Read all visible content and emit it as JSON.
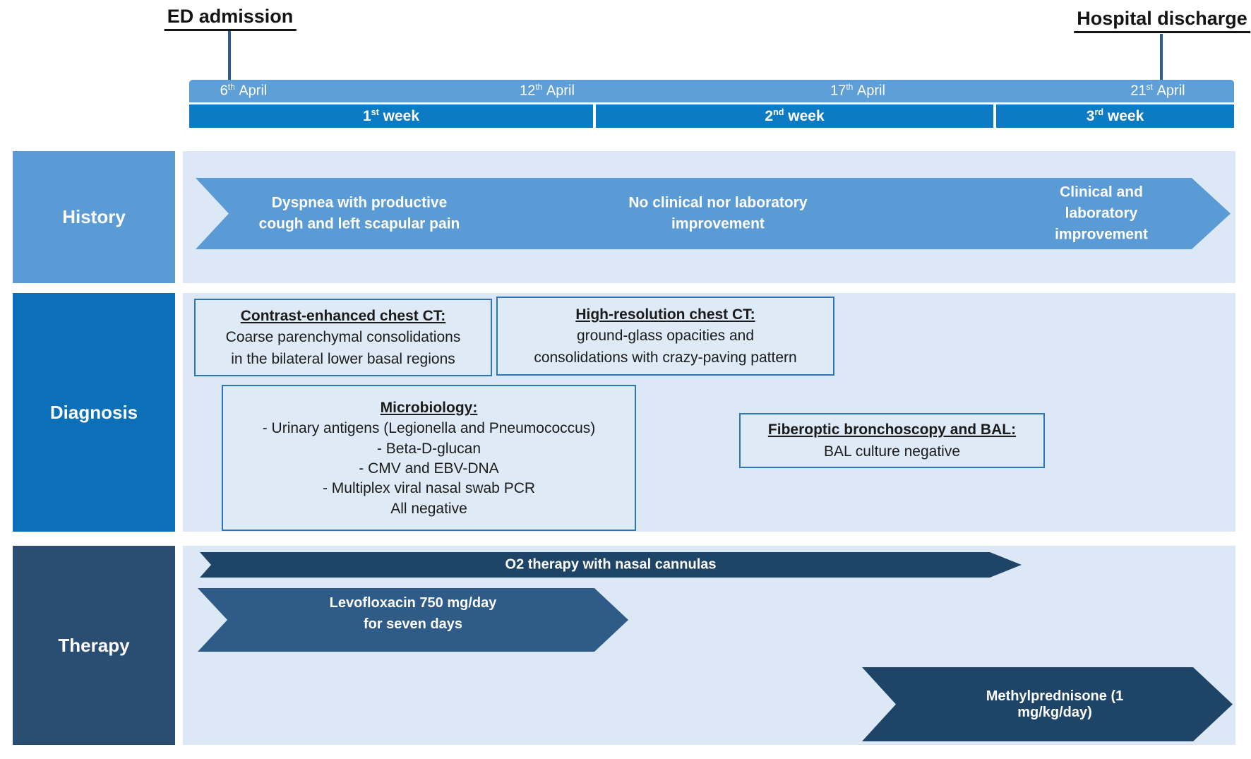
{
  "figure": {
    "admission_label": "ED admission",
    "discharge_label": "Hospital discharge"
  },
  "timeline": {
    "dates": [
      {
        "day": "6",
        "ordinal": "th",
        "month": "April"
      },
      {
        "day": "12",
        "ordinal": "th",
        "month": "April"
      },
      {
        "day": "17",
        "ordinal": "th",
        "month": "April"
      },
      {
        "day": "21",
        "ordinal": "st",
        "month": "April"
      }
    ],
    "weeks": [
      {
        "num": "1",
        "ordinal": "st",
        "word": "week"
      },
      {
        "num": "2",
        "ordinal": "nd",
        "word": "week"
      },
      {
        "num": "3",
        "ordinal": "rd",
        "word": "week"
      }
    ]
  },
  "history": {
    "label": "History",
    "events": [
      {
        "lines": [
          "Dyspnea with productive",
          "cough and left scapular pain"
        ]
      },
      {
        "lines": [
          "No clinical nor laboratory",
          "improvement"
        ]
      },
      {
        "lines": [
          "Clinical and laboratory",
          "improvement"
        ]
      }
    ]
  },
  "diagnosis": {
    "label": "Diagnosis",
    "boxes": [
      {
        "title": "Contrast-enhanced chest CT:",
        "lines": [
          "Coarse parenchymal consolidations",
          "in the bilateral lower basal regions"
        ]
      },
      {
        "title": "High-resolution chest CT:",
        "lines": [
          "ground-glass opacities and",
          "consolidations with crazy-paving pattern"
        ]
      },
      {
        "title": "Microbiology:",
        "lines": [
          "- Urinary antigens (Legionella and Pneumococcus)",
          "- Beta-D-glucan",
          "- CMV and EBV-DNA",
          "- Multiplex viral nasal swab PCR",
          "All negative"
        ]
      },
      {
        "title": "Fiberoptic bronchoscopy and BAL:",
        "lines": [
          "BAL culture negative"
        ]
      }
    ]
  },
  "therapy": {
    "label": "Therapy",
    "arrows": [
      {
        "lines": [
          "O2 therapy with nasal cannulas"
        ]
      },
      {
        "lines": [
          "Levofloxacin 750 mg/day",
          "for seven days"
        ]
      },
      {
        "lines": [
          "Methylprednisone (1 mg/kg/day)"
        ]
      }
    ]
  },
  "colors": {
    "date_bar": "#5E9FD7",
    "week_bar": "#0C7BC3",
    "history_blue": "#5B9BD5",
    "diagnosis_blue": "#0C70B8",
    "therapy_navy": "#2A4E73",
    "arrow_dark_navy": "#1E4467",
    "arrow_medium_navy": "#2F5B88",
    "lane_background": "#DCE8F5",
    "box_border": "#2E75B6",
    "connector_line": "#2E5C94"
  }
}
